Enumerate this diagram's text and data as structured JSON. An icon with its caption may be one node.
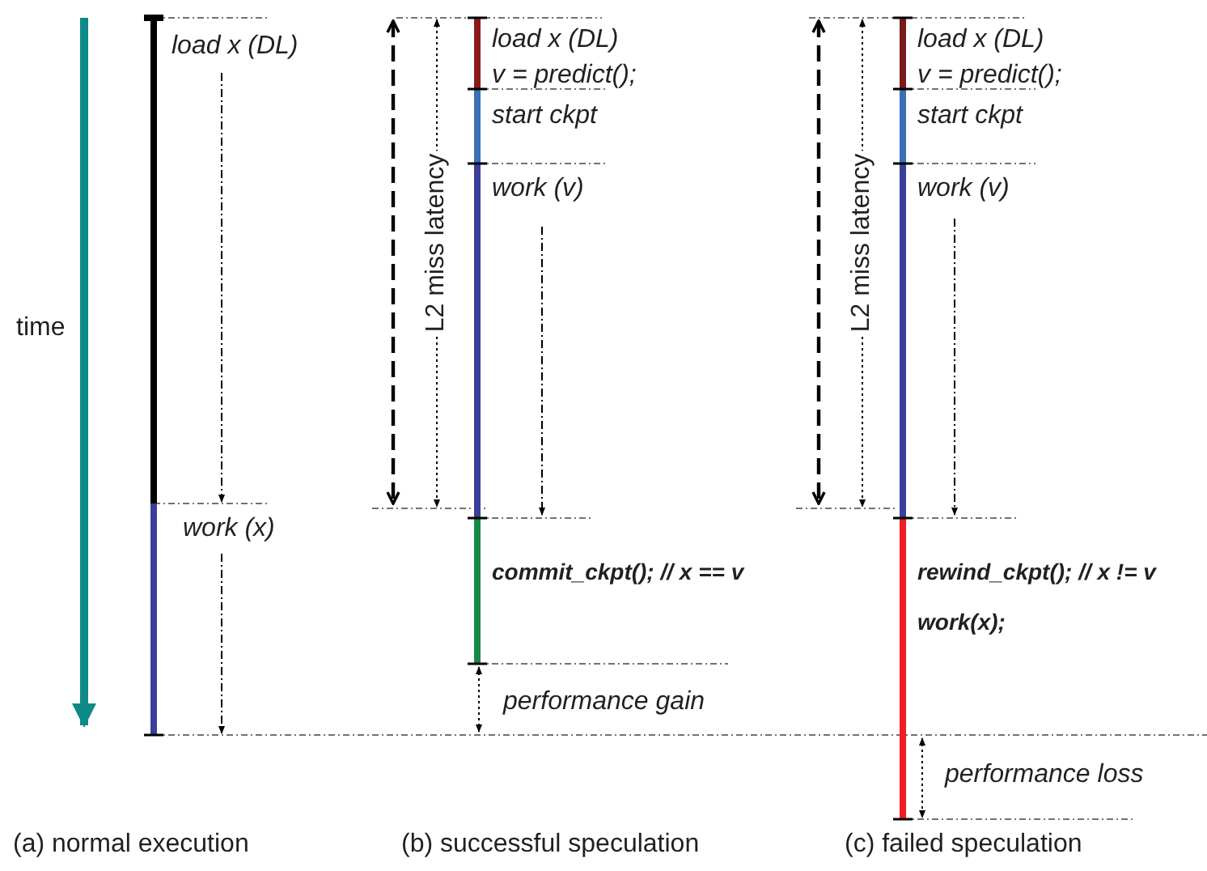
{
  "diagram": {
    "labels": [
      "time",
      "load x (DL)",
      "work (x)",
      "L2 miss latency",
      "load x (DL)",
      "v = predict();",
      "start ckpt",
      "work (v)",
      "commit_ckpt(); // x == v",
      "performance gain",
      "L2 miss latency",
      "load x (DL)",
      "v = predict();",
      "start ckpt",
      "work (v)",
      "rewind_ckpt(); // x != v",
      "work(x);",
      "performance loss",
      "(a) normal execution",
      "(b) successful speculation",
      "(c) failed speculation"
    ]
  }
}
